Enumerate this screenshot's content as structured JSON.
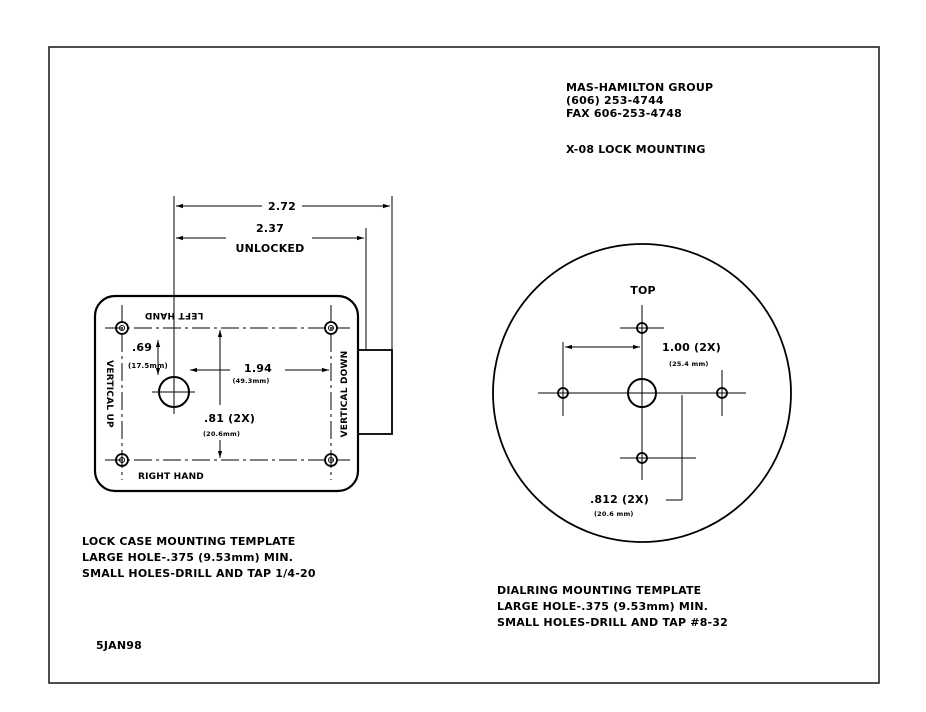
{
  "header": {
    "company": "MAS-HAMILTON GROUP",
    "phone": "(606) 253-4744",
    "fax": "FAX 606-253-4748",
    "title": "X-08 LOCK MOUNTING"
  },
  "lock_case": {
    "dim_2_72": "2.72",
    "dim_2_37": "2.37",
    "unlocked": "UNLOCKED",
    "dim_69": ".69",
    "dim_69_mm": "(17.5mm)",
    "dim_1_94": "1.94",
    "dim_1_94_mm": "(49.3mm)",
    "dim_81": ".81 (2X)",
    "dim_81_mm": "(20.6mm)",
    "label_left_hand": "LEFT HAND",
    "label_right_hand": "RIGHT HAND",
    "label_vertical_up": "VERTICAL UP",
    "label_vertical_down": "VERTICAL DOWN",
    "note_line1": "LOCK CASE MOUNTING TEMPLATE",
    "note_line2": "LARGE HOLE-.375 (9.53mm) MIN.",
    "note_line3": "SMALL HOLES-DRILL AND TAP 1/4-20"
  },
  "dialring": {
    "top": "TOP",
    "dim_1_00": "1.00 (2X)",
    "dim_1_00_mm": "(25.4 mm)",
    "dim_812": ".812 (2X)",
    "dim_812_mm": "(20.6 mm)",
    "note_line1": "DIALRING MOUNTING TEMPLATE",
    "note_line2": "LARGE HOLE-.375 (9.53mm) MIN.",
    "note_line3": "SMALL HOLES-DRILL AND TAP #8-32"
  },
  "date_code": "5JAN98"
}
